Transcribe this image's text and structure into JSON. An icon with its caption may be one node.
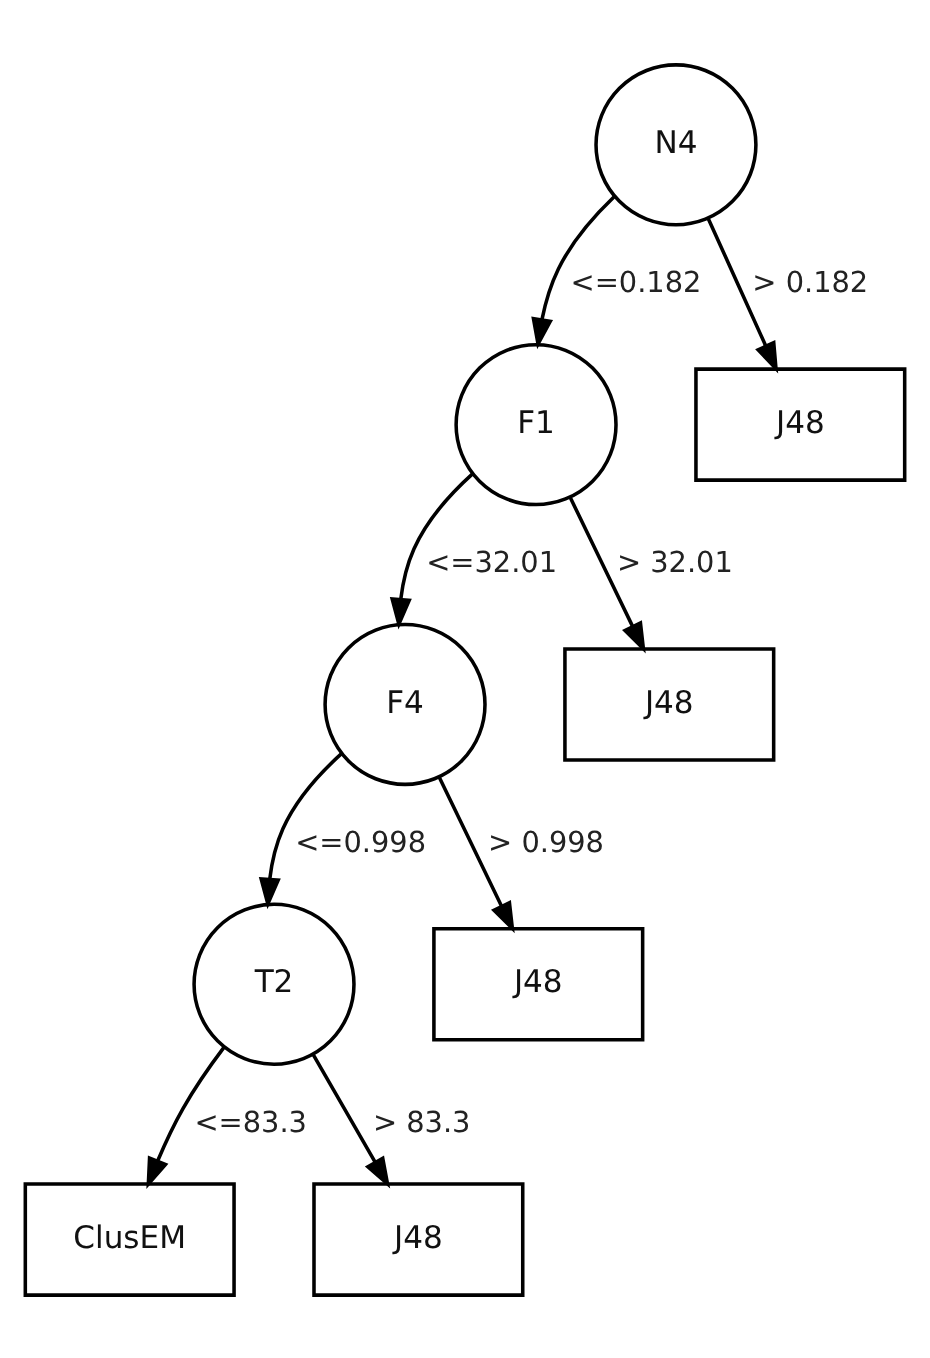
{
  "diagram": {
    "nodes": [
      {
        "text": [
          "N4"
        ]
      },
      {
        "text": [
          "F1"
        ]
      },
      {
        "text": [
          "J48"
        ]
      },
      {
        "text": [
          "F4"
        ]
      },
      {
        "text": [
          "J48"
        ]
      },
      {
        "text": [
          "T2"
        ]
      },
      {
        "text": [
          "J48"
        ]
      },
      {
        "text": [
          "ClusEM"
        ]
      },
      {
        "text": [
          "J48"
        ]
      }
    ],
    "edges": [
      {
        "from": 0,
        "to": 1,
        "arrow": "to",
        "label": "<=0.182"
      },
      {
        "from": 0,
        "to": 2,
        "arrow": "to",
        "label": "> 0.182"
      },
      {
        "from": 1,
        "to": 3,
        "arrow": "to",
        "label": "<=32.01"
      },
      {
        "from": 1,
        "to": 4,
        "arrow": "to",
        "label": "> 32.01"
      },
      {
        "from": 3,
        "to": 5,
        "arrow": "to",
        "label": "<=0.998"
      },
      {
        "from": 3,
        "to": 6,
        "arrow": "to",
        "label": "> 0.998"
      },
      {
        "from": 5,
        "to": 7,
        "arrow": "to",
        "label": "<=83.3"
      },
      {
        "from": 5,
        "to": 8,
        "arrow": "to",
        "label": "> 83.3"
      }
    ]
  }
}
